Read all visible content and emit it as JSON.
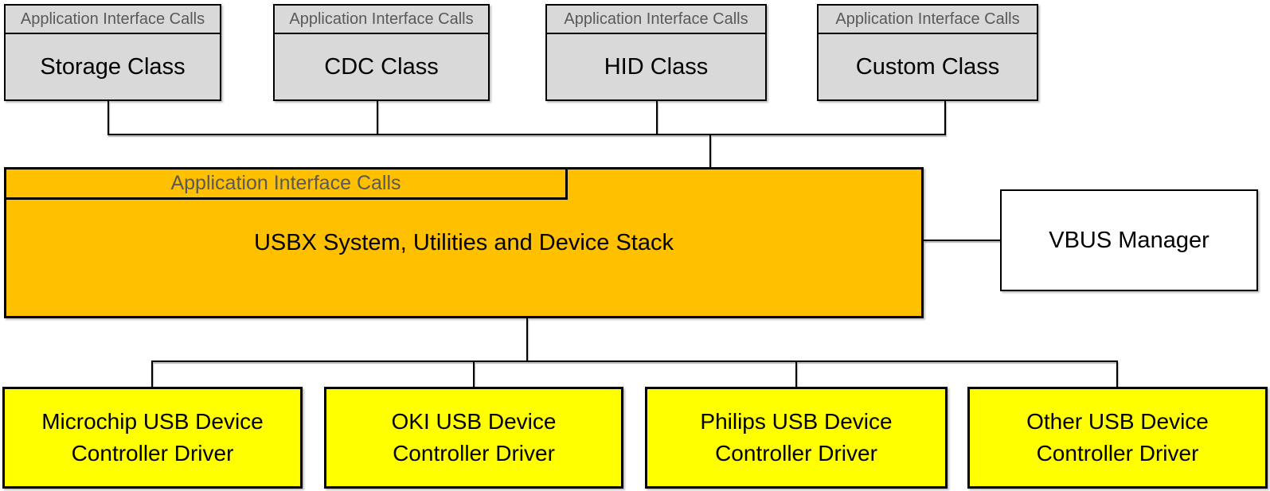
{
  "diagram": {
    "class_boxes": [
      {
        "header": "Application Interface Calls",
        "title": "Storage Class"
      },
      {
        "header": "Application Interface Calls",
        "title": "CDC Class"
      },
      {
        "header": "Application Interface Calls",
        "title": "HID Class"
      },
      {
        "header": "Application Interface Calls",
        "title": "Custom Class"
      }
    ],
    "stack_box": {
      "header": "Application Interface Calls",
      "title": "USBX System, Utilities and Device Stack"
    },
    "vbus_box": {
      "title": "VBUS Manager"
    },
    "driver_boxes": [
      {
        "title": "Microchip USB Device Controller Driver"
      },
      {
        "title": "OKI USB Device Controller Driver"
      },
      {
        "title": "Philips USB Device Controller Driver"
      },
      {
        "title": "Other USB Device Controller Driver"
      }
    ],
    "colors": {
      "class_fill": "#d9d9d9",
      "stack_fill": "#ffc000",
      "driver_fill": "#ffff00",
      "vbus_fill": "#ffffff",
      "header_text": "#595959",
      "line": "#000000"
    }
  }
}
